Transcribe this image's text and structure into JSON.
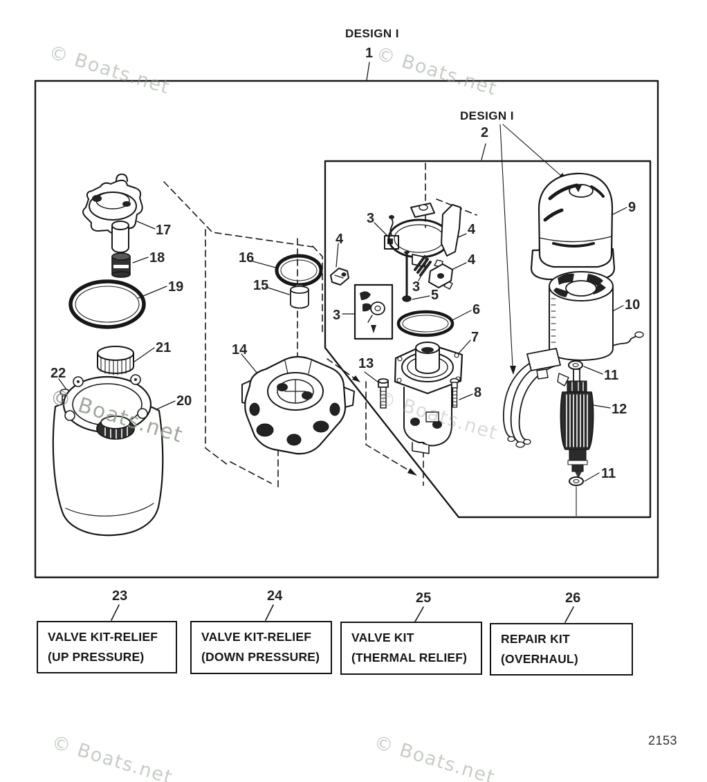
{
  "doc": {
    "page_number": "2153",
    "watermark_text": "© Boats.net"
  },
  "design1": {
    "title": "DESIGN I",
    "callout": "1"
  },
  "design2": {
    "title": "DESIGN I",
    "callout": "2"
  },
  "callouts": [
    {
      "part": "pump-assembly",
      "label": "17"
    },
    {
      "part": "filter",
      "label": "18"
    },
    {
      "part": "o-ring-large",
      "label": "19"
    },
    {
      "part": "reservoir-cap",
      "label": "21"
    },
    {
      "part": "fill-screw",
      "label": "22"
    },
    {
      "part": "reservoir",
      "label": "20"
    },
    {
      "part": "o-ring-16",
      "label": "16"
    },
    {
      "part": "valve-15",
      "label": "15"
    },
    {
      "part": "manifold-14",
      "label": "14"
    },
    {
      "part": "clip-4-left",
      "label": "4"
    },
    {
      "part": "valve-3-top",
      "label": "3"
    },
    {
      "part": "bracket-4-upper",
      "label": "4"
    },
    {
      "part": "retainer-4-lower",
      "label": "4"
    },
    {
      "part": "spring-3",
      "label": "3"
    },
    {
      "part": "rod-5",
      "label": "5"
    },
    {
      "part": "o-ring-6",
      "label": "6"
    },
    {
      "part": "valve-3-boxed",
      "label": "3"
    },
    {
      "part": "pump-adaptor-7",
      "label": "7"
    },
    {
      "part": "screw-13",
      "label": "13"
    },
    {
      "part": "screw-8",
      "label": "8"
    },
    {
      "part": "motor-cap-9",
      "label": "9"
    },
    {
      "part": "stator-10",
      "label": "10"
    },
    {
      "part": "washer-11-upper",
      "label": "11"
    },
    {
      "part": "armature-12",
      "label": "12"
    },
    {
      "part": "washer-11-lower",
      "label": "11"
    }
  ],
  "kits": [
    {
      "callout": "23",
      "line1": "VALVE KIT-RELIEF",
      "line2": "(UP PRESSURE)"
    },
    {
      "callout": "24",
      "line1": "VALVE KIT-RELIEF",
      "line2": "(DOWN PRESSURE)"
    },
    {
      "callout": "25",
      "line1": "VALVE KIT",
      "line2": "(THERMAL RELIEF)"
    },
    {
      "callout": "26",
      "line1": "REPAIR KIT",
      "line2": "(OVERHAUL)"
    }
  ]
}
